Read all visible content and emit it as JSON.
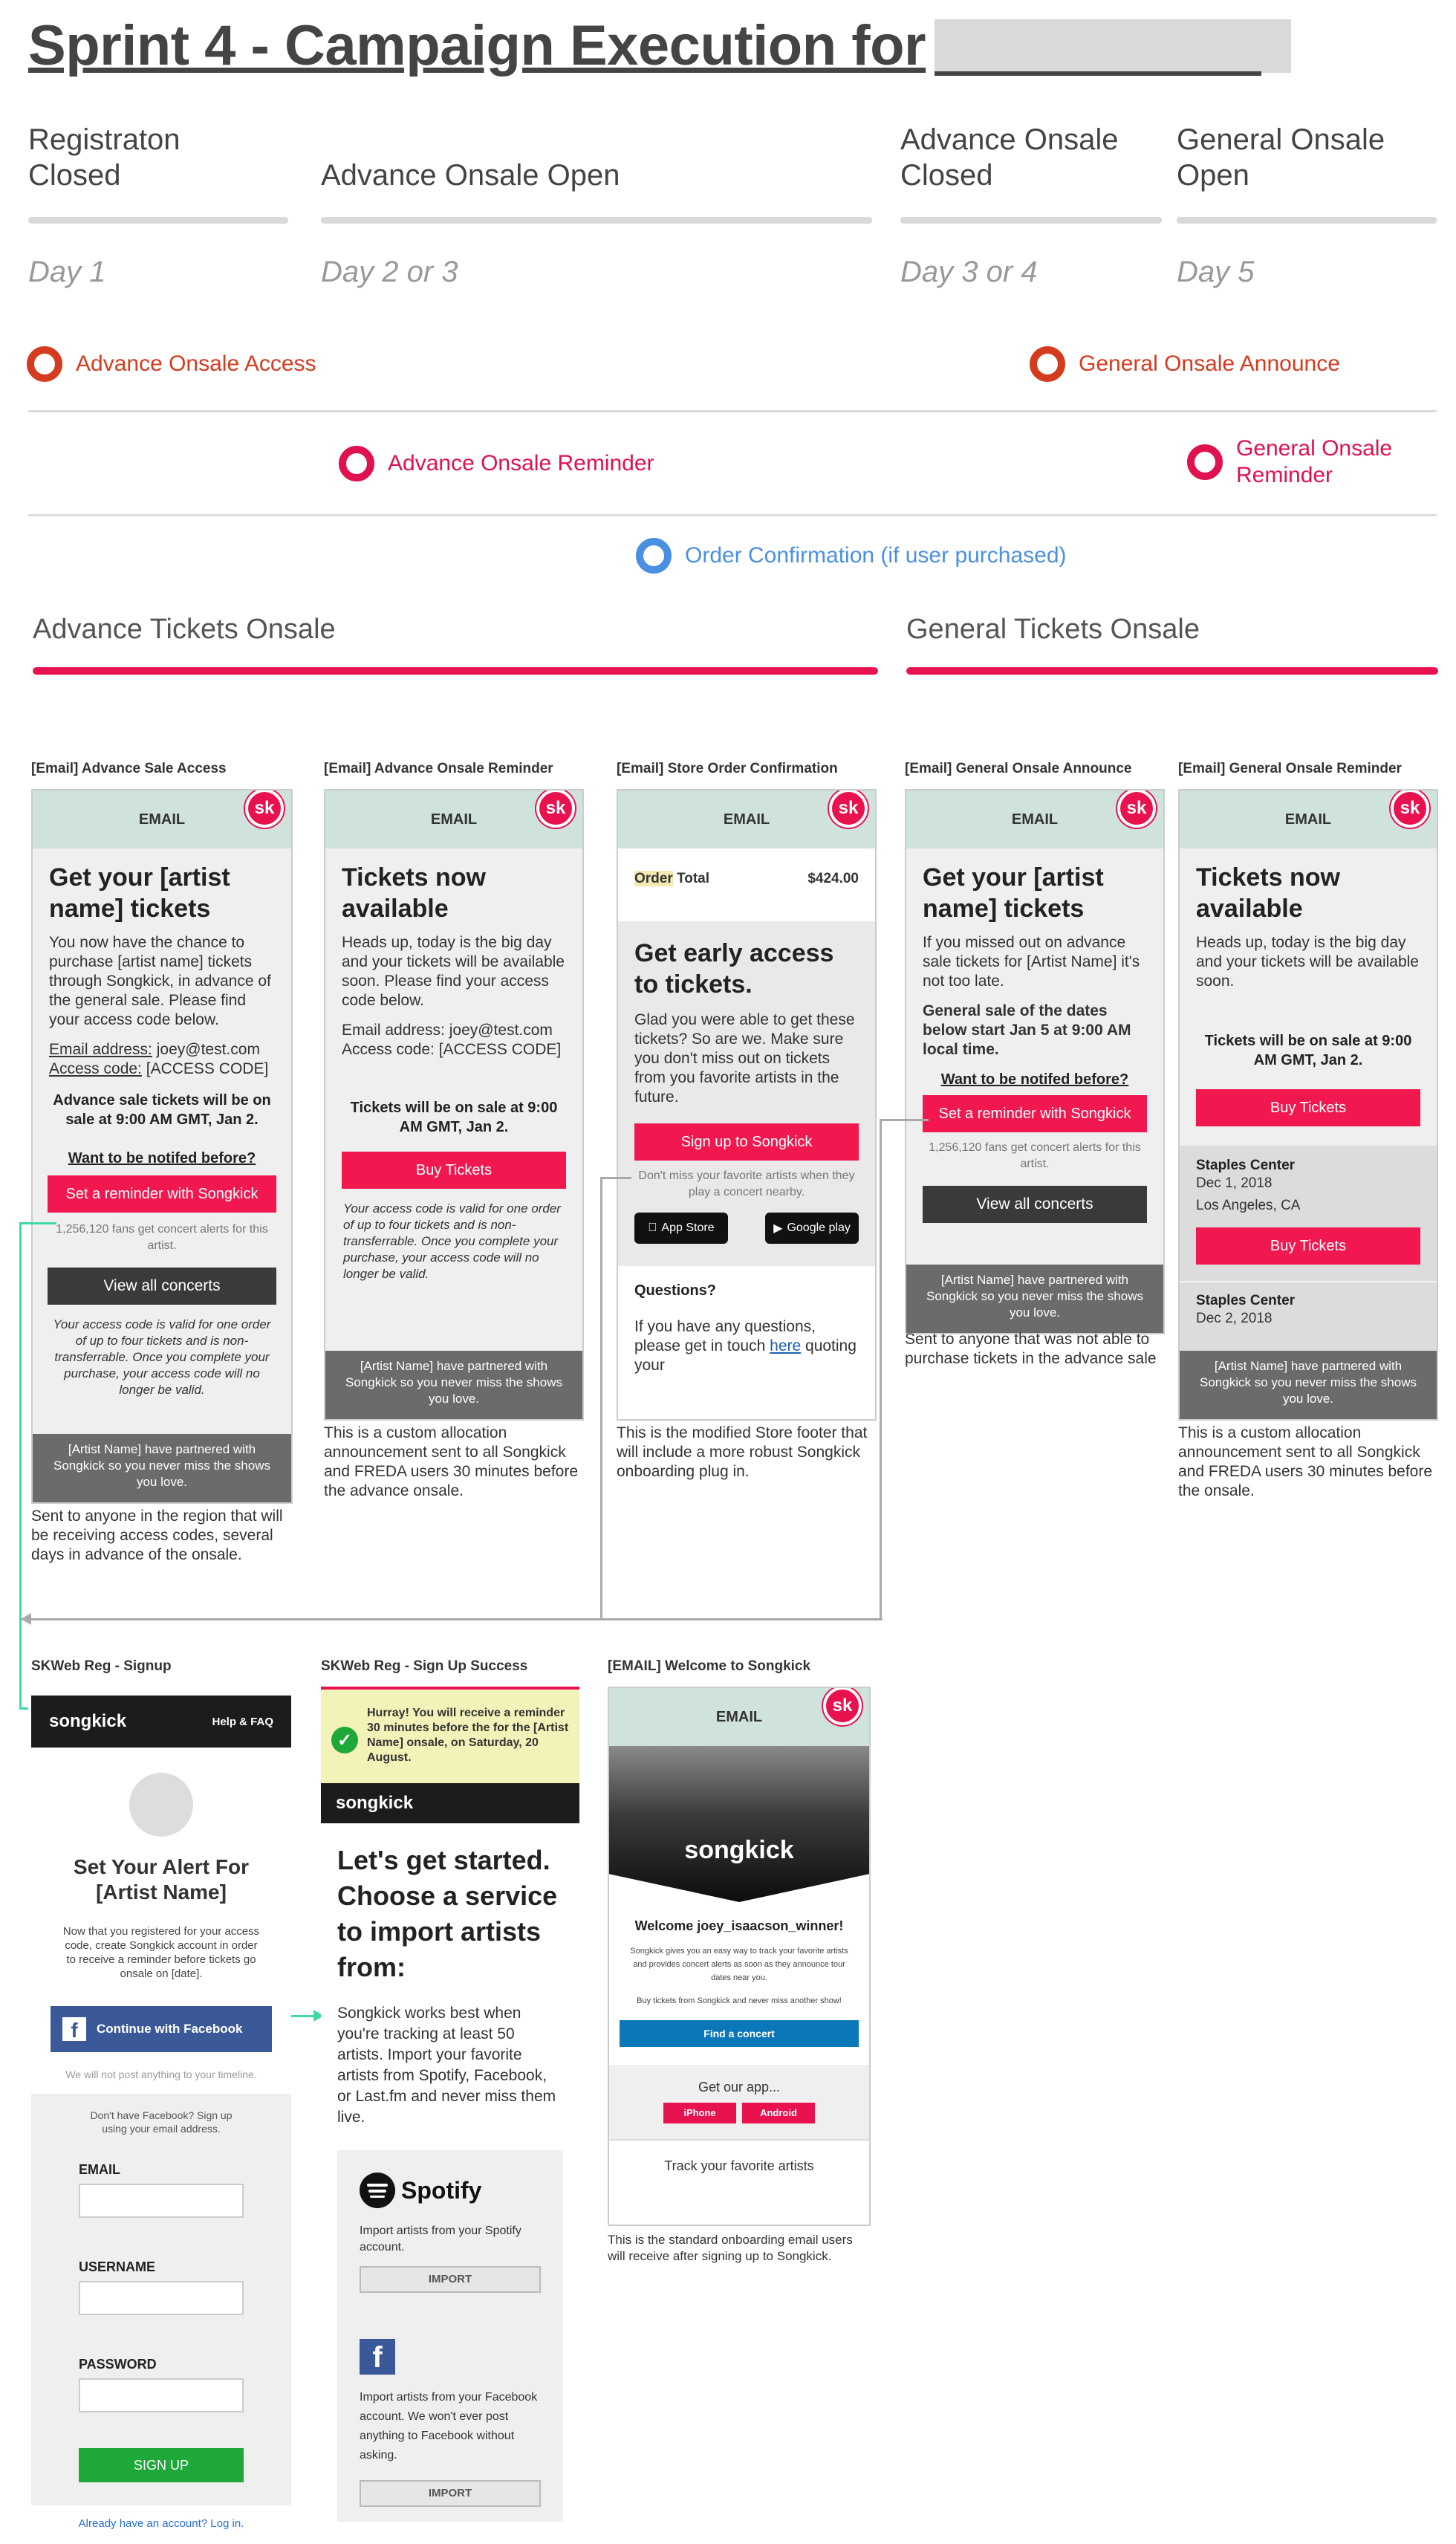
{
  "header": {
    "title": "Sprint 4 - Campaign Execution for"
  },
  "phases": [
    {
      "label": "Registraton\nClosed",
      "day": "Day 1"
    },
    {
      "label": "Advance Onsale Open",
      "day": "Day 2 or 3"
    },
    {
      "label": "Advance Onsale\nClosed",
      "day": "Day 3 or 4"
    },
    {
      "label": "General Onsale\nOpen",
      "day": "Day 5"
    }
  ],
  "events": {
    "advance_access": "Advance Onsale Access",
    "general_announce": "General Onsale Announce",
    "advance_reminder": "Advance Onsale Reminder",
    "general_reminder": "General Onsale\nReminder",
    "order_confirmation": "Order Confirmation (if user purchased)"
  },
  "sections": {
    "advance": "Advance Tickets Onsale",
    "general": "General Tickets Onsale"
  },
  "emails": {
    "header_label": "EMAIL",
    "sk_badge": "sk",
    "e1": {
      "caption": "[Email] Advance Sale Access",
      "headline": "Get your [artist name] tickets",
      "body": "You now have the chance to purchase [artist name] tickets through Songkick, in advance of the general sale. Please find your access code below.",
      "email_label": "Email address:",
      "email_value": "joey@test.com",
      "code_label": "Access code:",
      "code_value": "[ACCESS CODE]",
      "sale_note": "Advance sale tickets will be on sale at 9:00 AM GMT, Jan 2.",
      "notify": "Want to be notifed before?",
      "reminder_btn": "Set a reminder with Songkick",
      "fans": "1,256,120 fans get concert alerts for this artist.",
      "view_btn": "View all concerts",
      "fine": "Your access code is valid for one order of up to four tickets and is non-transferrable. Once you complete your purchase, your access code will no longer be valid.",
      "footer": "[Artist Name] have partnered with Songkick so you never miss the shows you love.",
      "note": "Sent to anyone in the region that will be receiving access codes, several days in advance of the onsale."
    },
    "e2": {
      "caption": "[Email] Advance Onsale Reminder",
      "headline": "Tickets now available",
      "body": "Heads up, today is the big day and your tickets will be available soon. Please find your access code below.",
      "email_line": "Email address: joey@test.com",
      "code_line": "Access code: [ACCESS CODE]",
      "sale_note": "Tickets will be on sale at 9:00 AM GMT, Jan 2.",
      "buy_btn": "Buy Tickets",
      "fine": "Your access code is valid for one order of up to four tickets and is non-transferrable. Once you complete your purchase, your access code will no longer be valid.",
      "footer": "[Artist Name] have partnered with Songkick so you never miss the shows you love.",
      "note": "This is a custom allocation announcement sent to all Songkick and FREDA users 30 minutes before the advance onsale."
    },
    "e3": {
      "caption": "[Email] Store Order Confirmation",
      "order_label": "Order",
      "order_total_label": "Total",
      "order_total": "$424.00",
      "headline": "Get early access to tickets.",
      "body": "Glad you were able to get these tickets? So are we. Make sure you don't miss out on tickets from you favorite artists in the future.",
      "signup_btn": "Sign up to Songkick",
      "small": "Don't miss your favorite artists when they play a concert nearby.",
      "app_store": "App Store",
      "google_play": "Google play",
      "questions": "Questions?",
      "q_body_1": "If you have any questions, please get in touch",
      "q_link": "here",
      "q_body_2": "quoting your",
      "note": "This is the modified Store footer that will include a more robust Songkick onboarding plug in."
    },
    "e4": {
      "caption": "[Email] General Onsale Announce",
      "headline": "Get your [artist name] tickets",
      "body": "If you missed out on advance sale tickets for [Artist Name] it's not too late.",
      "bold": "General sale of the dates below start Jan 5 at 9:00 AM local time.",
      "notify": "Want to be notifed before?",
      "reminder_btn": "Set a reminder with Songkick",
      "fans": "1,256,120 fans get concert alerts for this artist.",
      "view_btn": "View all concerts",
      "footer": "[Artist Name] have partnered with Songkick so you never miss the shows you love.",
      "note": "Sent to anyone that was not able to purchase tickets in the advance sale"
    },
    "e5": {
      "caption": "[Email] General Onsale Reminder",
      "headline": "Tickets now available",
      "body": "Heads up, today is the big day and your tickets will be available soon.",
      "sale_note": "Tickets will be on sale at 9:00 AM GMT, Jan 2.",
      "buy_btn": "Buy Tickets",
      "venue1": "Staples Center",
      "date1": "Dec 1, 2018",
      "city1": "Los Angeles, CA",
      "buy_btn2": "Buy Tickets",
      "venue2": "Staples Center",
      "date2": "Dec 2, 2018",
      "footer": "[Artist Name] have partnered with Songkick so you never miss the shows you love.",
      "note": "This is a custom allocation announcement sent to all Songkick and FREDA users 30 minutes before the onsale."
    }
  },
  "signup": {
    "caption": "SKWeb Reg - Signup",
    "logo": "songkick",
    "help": "Help & FAQ",
    "heading": "Set Your Alert For [Artist Name]",
    "body": "Now that you registered for your access code, create Songkick account in order to receive a reminder before tickets go onsale on [date].",
    "fb_btn": "Continue with Facebook",
    "fb_note": "We will not post anything to your timeline.",
    "no_fb": "Don't have Facebook? Sign up using your email address.",
    "email_label": "EMAIL",
    "username_label": "USERNAME",
    "password_label": "PASSWORD",
    "signup_btn": "SIGN UP",
    "login": "Already have an account? Log in."
  },
  "success": {
    "caption": "SKWeb Reg - Sign Up Success",
    "banner": "Hurray! You will receive a reminder 30 minutes before the for the [Artist Name] onsale, on Saturday, 20 August.",
    "logo": "songkick",
    "heading": "Let's get started. Choose a service to import artists from:",
    "body": "Songkick works best when you're tracking at least 50 artists. Import your favorite artists from Spotify, Facebook, or Last.fm and never miss them live.",
    "spotify": "Spotify",
    "spotify_text": "Import artists from your Spotify account.",
    "import": "IMPORT",
    "fb_text": "Import artists from your Facebook account. We won't ever post anything to Facebook without asking.",
    "import2": "IMPORT"
  },
  "welcome": {
    "caption": "[EMAIL] Welcome to Songkick",
    "header_label": "EMAIL",
    "logo": "songkick",
    "greeting": "Welcome joey_isaacson_winner!",
    "body": "Songkick gives you an easy way to track your favorite artists and provides concert alerts as soon as they announce tour dates near you.",
    "body2": "Buy tickets from Songkick and never miss another show!",
    "find_btn": "Find a concert",
    "get_app": "Get our app...",
    "iphone": "iPhone",
    "android": "Android",
    "track": "Track your favorite artists",
    "note": "This is the standard onboarding email users will receive after signing up to Songkick."
  },
  "colors": {
    "accent_red": "#e8124f",
    "orange": "#d53b1e",
    "blue": "#4a90e2",
    "connector_green": "#3fd9a4",
    "email_header": "#cfe3dc"
  }
}
